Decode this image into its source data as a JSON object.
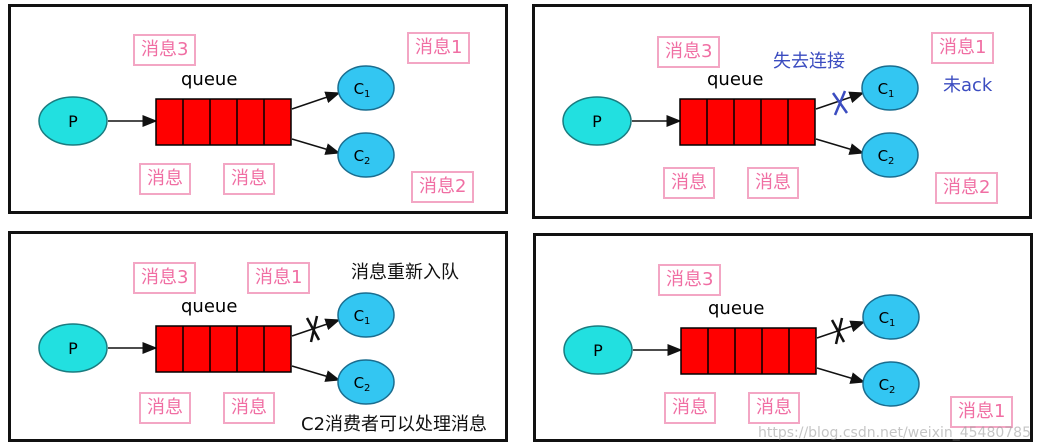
{
  "labels": {
    "msg": "消息",
    "msg1": "消息1",
    "msg2": "消息2",
    "msg3": "消息3",
    "queue": "queue",
    "producer": "P",
    "consumer1_main": "C",
    "consumer1_sub": "1",
    "consumer2_main": "C",
    "consumer2_sub": "2"
  },
  "notes": {
    "lost_connection": "失去连接",
    "no_ack": "未ack",
    "requeue": "消息重新入队",
    "c2_process": "C2消费者可以处理消息"
  },
  "watermark": "https://blog.csdn.net/weixin_45480785",
  "colors": {
    "producer": "#22e0e0",
    "consumer": "#33c6f2",
    "queue": "#ff0000",
    "msg_border": "#f3a6c4",
    "msg_text": "#f06ea3"
  }
}
